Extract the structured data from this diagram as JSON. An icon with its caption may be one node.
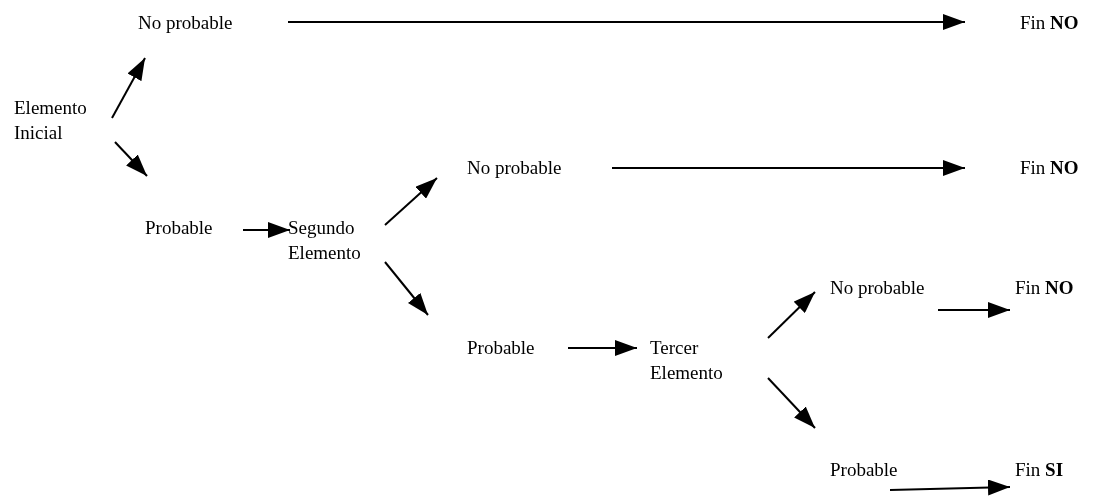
{
  "diagram": {
    "nodes": [
      {
        "text": [
          "Elemento Inicial"
        ]
      },
      {
        "text": [
          "No probable"
        ]
      },
      {
        "text": [
          "Fin **NO**"
        ]
      },
      {
        "text": [
          "Probable"
        ]
      },
      {
        "text": [
          "Segundo Elemento"
        ]
      },
      {
        "text": [
          "No probable"
        ]
      },
      {
        "text": [
          "Fin **NO**"
        ]
      },
      {
        "text": [
          "Probable"
        ]
      },
      {
        "text": [
          "Tercer Elemento"
        ]
      },
      {
        "text": [
          "No probable"
        ]
      },
      {
        "text": [
          "Fin **NO**"
        ]
      },
      {
        "text": [
          "Probable"
        ]
      },
      {
        "text": [
          "Fin **SI**"
        ]
      }
    ],
    "edges": [
      {
        "from": 0,
        "to": 1,
        "arrow": "to"
      },
      {
        "from": 0,
        "to": 3,
        "arrow": "to"
      },
      {
        "from": 1,
        "to": 2,
        "arrow": "to"
      },
      {
        "from": 3,
        "to": 4,
        "arrow": "to"
      },
      {
        "from": 4,
        "to": 5,
        "arrow": "to"
      },
      {
        "from": 4,
        "to": 7,
        "arrow": "to"
      },
      {
        "from": 5,
        "to": 6,
        "arrow": "to"
      },
      {
        "from": 7,
        "to": 8,
        "arrow": "to"
      },
      {
        "from": 8,
        "to": 9,
        "arrow": "to"
      },
      {
        "from": 8,
        "to": 11,
        "arrow": "to"
      },
      {
        "from": 9,
        "to": 10,
        "arrow": "to"
      },
      {
        "from": 11,
        "to": 12,
        "arrow": "to"
      }
    ]
  }
}
